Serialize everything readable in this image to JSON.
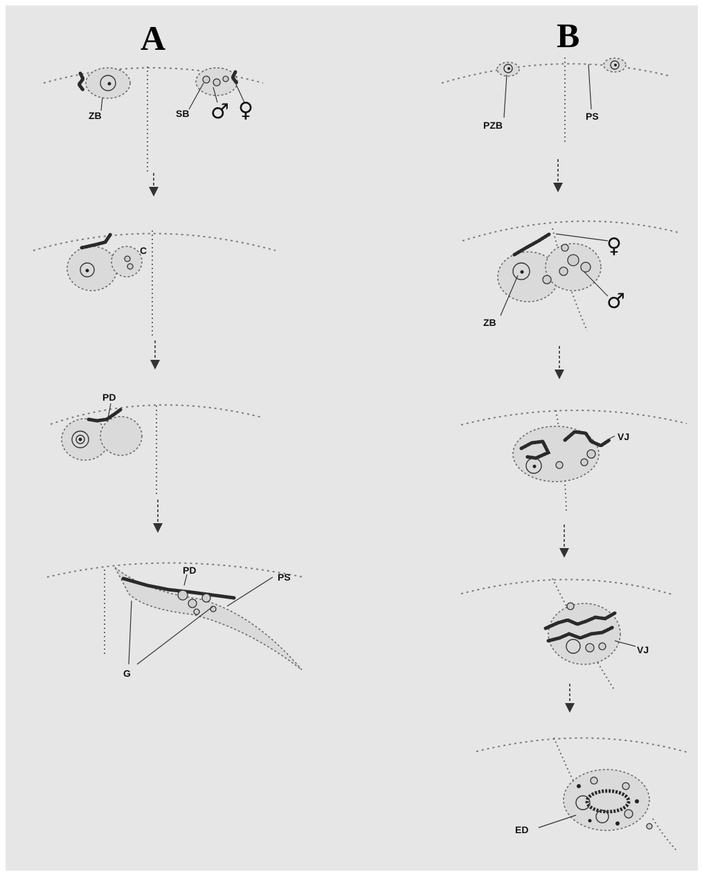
{
  "panels": {
    "left": "A",
    "right": "B"
  },
  "labels": {
    "zb": "ZB",
    "sb": "SB",
    "c": "C",
    "pd": "PD",
    "ps": "PS",
    "g": "G",
    "pzb": "PZB",
    "vj": "VJ",
    "ed": "ED"
  },
  "symbols": {
    "male": "♂",
    "female": "♀"
  },
  "colors": {
    "background": "#e6e6e6",
    "ink": "#222222"
  }
}
